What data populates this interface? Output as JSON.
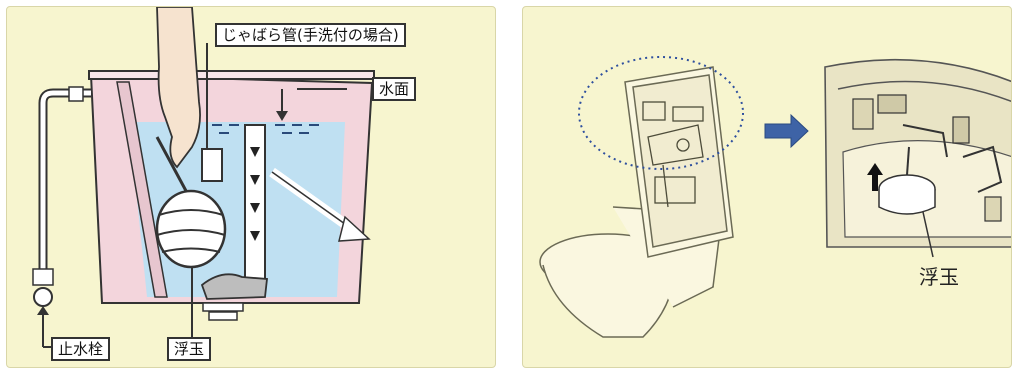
{
  "left_panel": {
    "labels": {
      "bellows_pipe": "じゃばら管(手洗付の場合)",
      "water_level": "水面",
      "stop_valve": "止水栓",
      "float_ball": "浮玉"
    }
  },
  "right_panel": {
    "labels": {
      "float_ball": "浮玉"
    }
  },
  "colors": {
    "panel_background": "#f7f5cf",
    "tank_pink": "#f3d5dc",
    "water_blue": "#bfe0f2",
    "arrow_blue": "#3e63a6",
    "outline": "#333333"
  }
}
